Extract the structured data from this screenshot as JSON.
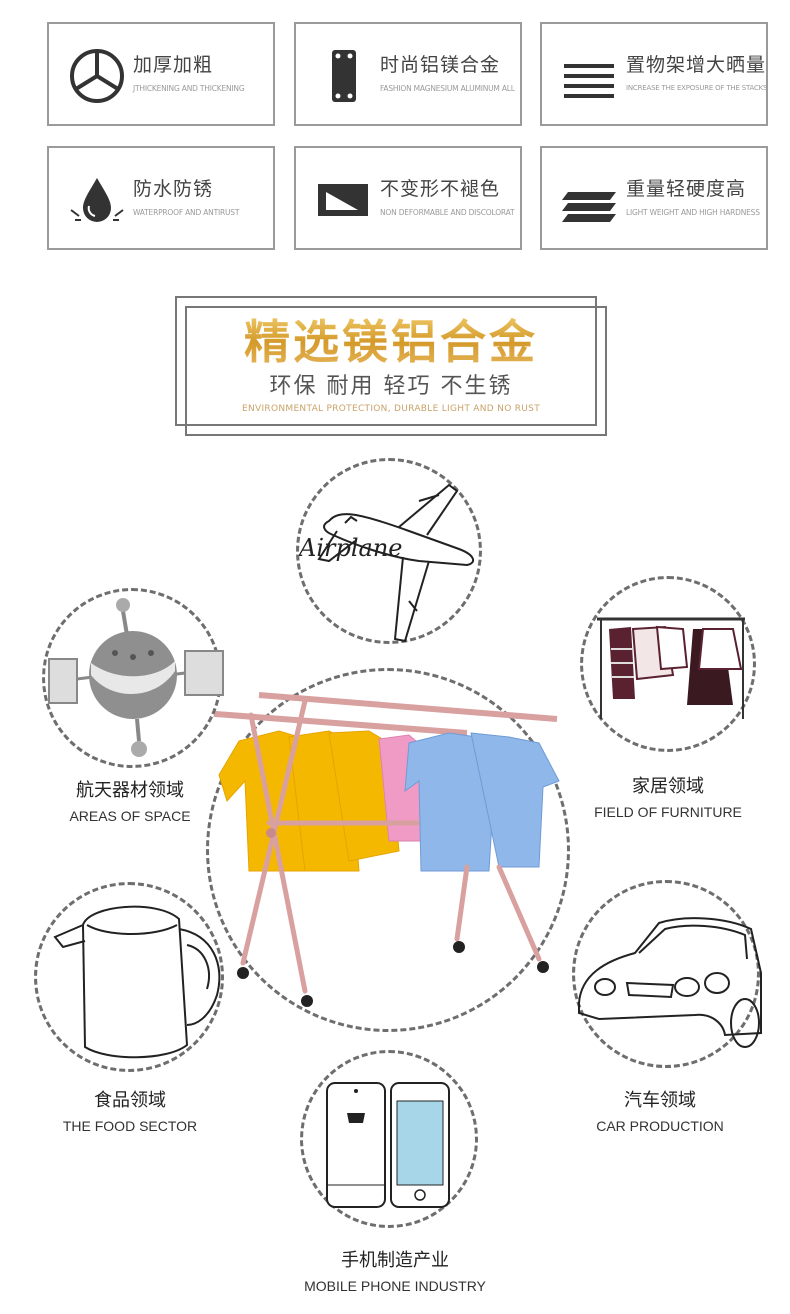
{
  "features": [
    {
      "zh": "加厚加粗",
      "en": "JTHICKENING AND THICKENING",
      "icon": "steering-wheel-icon"
    },
    {
      "zh": "时尚铝镁合金",
      "en": "FASHION MAGNESIUM ALUMINUM ALL",
      "icon": "alloy-plate-icon"
    },
    {
      "zh": "置物架增大晒量",
      "en": "INCREASE THE EXPOSURE OF THE STACKS",
      "icon": "lines-icon"
    },
    {
      "zh": "防水防锈",
      "en": "WATERPROOF AND ANTIRUST",
      "icon": "water-drop-icon"
    },
    {
      "zh": "不变形不褪色",
      "en": "NON DEFORMABLE AND DISCOLORAT",
      "icon": "panel-icon"
    },
    {
      "zh": "重量轻硬度高",
      "en": "LIGHT WEIGHT AND HIGH HARDNESS",
      "icon": "layers-icon"
    }
  ],
  "banner": {
    "title": "精选镁铝合金",
    "subtitle": "环保 耐用 轻巧 不生锈",
    "subtitle_en": "ENVIRONMENTAL PROTECTION, DURABLE LIGHT AND NO RUST"
  },
  "airplane_text": "Airplane",
  "fields": {
    "space": {
      "zh": "航天器材领域",
      "en": "AREAS OF SPACE"
    },
    "furniture": {
      "zh": "家居领域",
      "en": "FIELD OF FURNITURE"
    },
    "food": {
      "zh": "食品领域",
      "en": "THE FOOD SECTOR"
    },
    "car": {
      "zh": "汽车领域",
      "en": "CAR PRODUCTION"
    },
    "phone": {
      "zh": "手机制造产业",
      "en": "MOBILE PHONE INDUSTRY"
    }
  },
  "colors": {
    "gold": "#d8a030",
    "rack": "#d9a0a0",
    "yellow": "#f5b800",
    "pink": "#ef9bc6",
    "blue": "#8fb7ea"
  }
}
